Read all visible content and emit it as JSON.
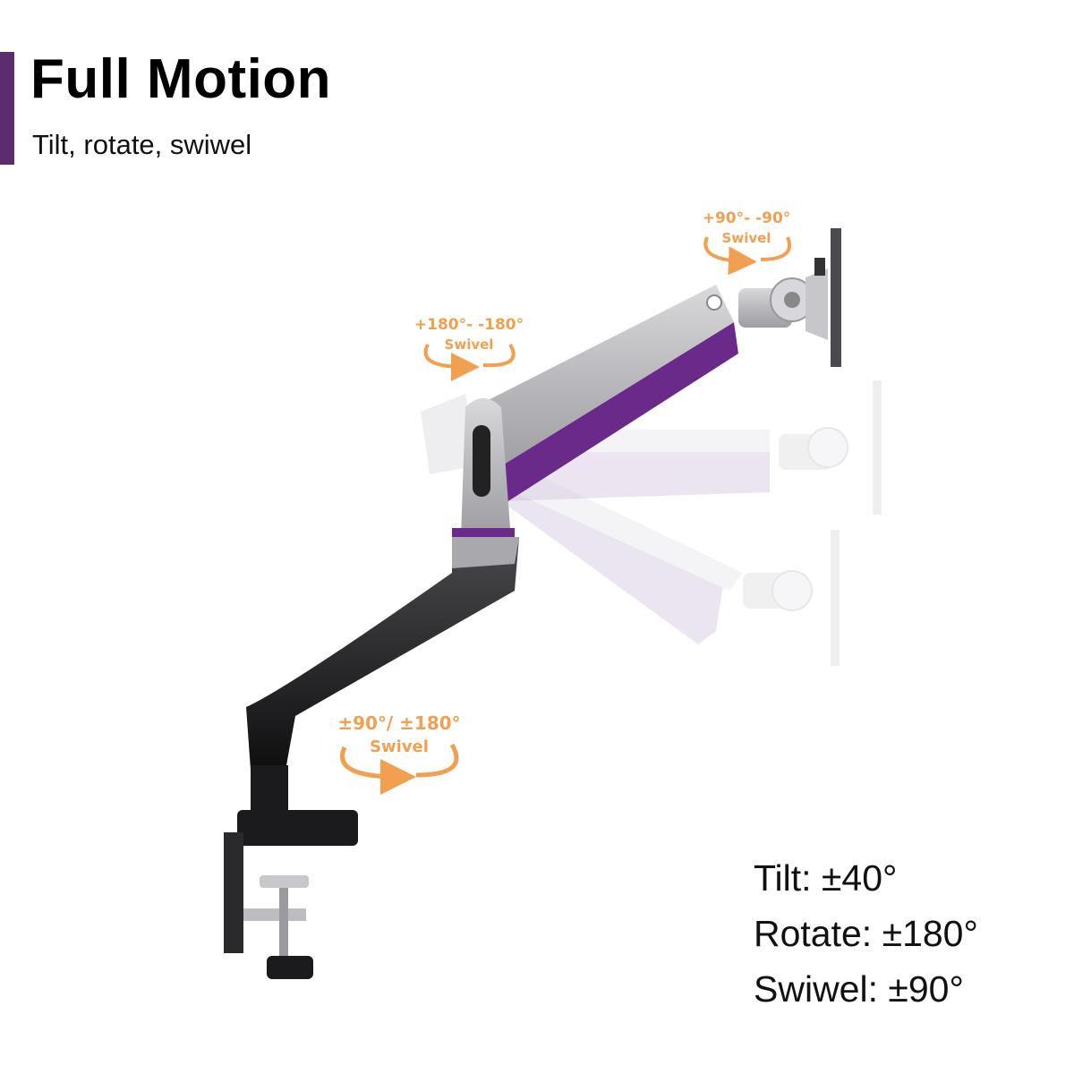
{
  "header": {
    "title": "Full Motion",
    "subtitle": "Tilt, rotate, swiwel"
  },
  "callouts": {
    "monitor_swivel": {
      "range": "+90°- -90°",
      "label": "Swivel"
    },
    "arm_swivel": {
      "range": "+180°- -180°",
      "label": "Swivel"
    },
    "base_swivel": {
      "range": "±90°/ ±180°",
      "label": "Swivel"
    }
  },
  "specs": [
    "Tilt: ±40°",
    "Rotate: ±180°",
    "Swiwel: ±90°"
  ],
  "colors": {
    "accent": "#5b2d6e",
    "callout": "#f0a050",
    "arm_purple": "#6a2a8a",
    "arm_silver": "#b8b8bc",
    "arm_black": "#1a1a1c"
  }
}
